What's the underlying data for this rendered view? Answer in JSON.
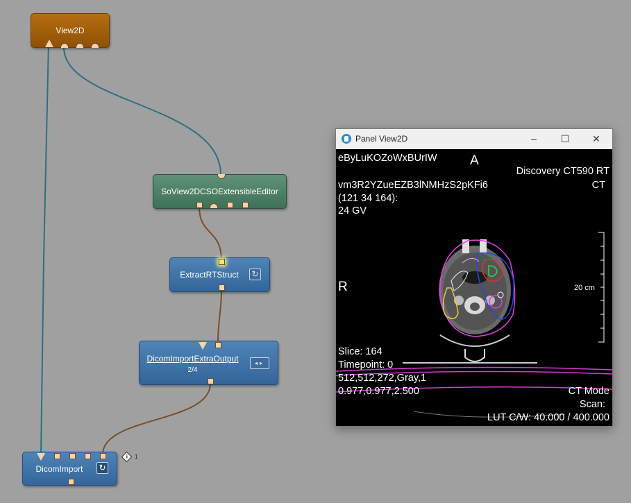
{
  "network": {
    "nodes": {
      "view2d": {
        "title": "View2D"
      },
      "cso_editor": {
        "title": "SoView2DCSOExtensibleEditor"
      },
      "extract_rtstruct": {
        "title": "ExtractRTStruct"
      },
      "dicom_extra_output": {
        "title": "DicomImportExtraOutput",
        "index": "2/4"
      },
      "dicom_import": {
        "title": "DicomImport",
        "info_badge": "i"
      }
    },
    "icons": {
      "refresh": "refresh-icon",
      "nav": "arrow-left-right-icon",
      "info": "info-diamond-icon"
    },
    "colors": {
      "image_link": "#2f6f80",
      "data_link": "#7a4e2a",
      "background": "#a0a0a0"
    }
  },
  "panel": {
    "title": "Panel View2D",
    "controls": {
      "minimize": "–",
      "maximize": "☐",
      "close": "✕"
    },
    "overlay": {
      "patient_name": "eByLuKOZoWxBUrIW",
      "orientation_top": "A",
      "orientation_left": "R",
      "scanner": "Discovery CT590 RT",
      "modality": "CT",
      "patient_id": "vm3R2YZueEZB3lNMHzS2pKFi6",
      "coords": "(121 34 164):",
      "value": "24 GV",
      "scale_label": "20 cm",
      "slice": "Slice: 164",
      "timepoint": "Timepoint: 0",
      "dims": "512,512,272,Gray,1",
      "voxel": "0.977,0.977,2.500",
      "mode": "CT Mode",
      "scan": "Scan:",
      "lut": "LUT C/W: 40.000 / 400.000"
    }
  }
}
